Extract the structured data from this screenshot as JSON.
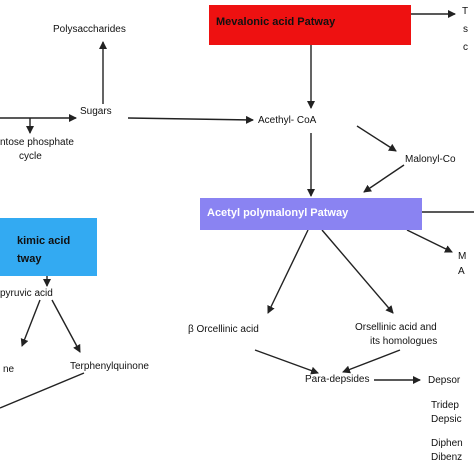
{
  "colors": {
    "mevalonic_box": "#ee1111",
    "polymalonyl_box": "#8a83f2",
    "shikimic_box": "#33aaf2",
    "arrows": "#222222"
  },
  "nodes": {
    "mevalonic": "Mevalonic acid Patway",
    "polymalonyl": "Acetyl polymalonyl Patway",
    "shikimic_line1": "kimic acid",
    "shikimic_line2": "tway",
    "polysaccharides": "Polysaccharides",
    "sugars": "Sugars",
    "acetyl_coa": "Acethyl- CoA",
    "malonyl_coa": "Malonyl-Co",
    "pentose_line1": "ntose phosphate",
    "pentose_line2": "cycle",
    "pyruvic": "pyruvic acid",
    "quinone_fragment": "ne",
    "terphenylquinone": "Terphenylquinone",
    "beta_orcellinic": "β Orcellinic acid",
    "orsellinic_line1": "Orsellinic acid and",
    "orsellinic_line2": "its homologues",
    "para_depsides": "Para-depsides",
    "depsones": "Depsor",
    "tridepsides": "Tridep",
    "depsides": "Depsic",
    "diphenyl": "Diphen",
    "dibenzo": "Dibenz",
    "right_top_t": "T",
    "right_top_s": "s",
    "right_top_c": "c",
    "right_mid_m": "M",
    "right_mid_a": "A"
  }
}
